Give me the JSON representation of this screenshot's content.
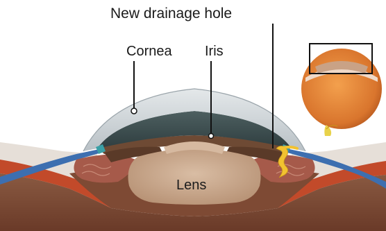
{
  "diagram": {
    "labels": {
      "drainage_hole": "New drainage hole",
      "cornea": "Cornea",
      "iris": "Iris",
      "lens": "Lens"
    },
    "colors": {
      "cornea": "#c9cfd3",
      "anterior_chamber": "#3b4d4f",
      "iris": "#6e4a34",
      "lens": "#c7a58a",
      "ciliary_body": "#a65a4a",
      "sclera": "#e6dfd8",
      "choroid": "#c24a2a",
      "vitreous": "#7a4a34",
      "drainage_implant": "#f2c230",
      "conjunctiva": "#3d6fb0",
      "inset_eyeball": "#d97830"
    }
  }
}
